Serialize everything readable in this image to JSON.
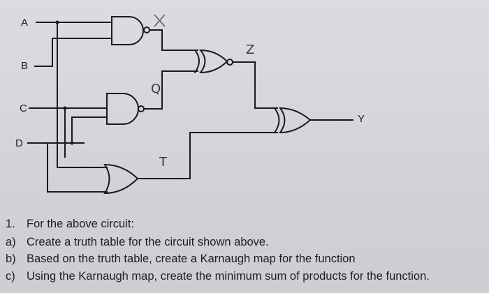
{
  "circuit": {
    "inputs": [
      "A",
      "B",
      "C",
      "D"
    ],
    "output": "Y",
    "handwritten_labels": {
      "x": "X",
      "z": "Z",
      "q": "Q",
      "t": "T"
    }
  },
  "questions": [
    {
      "marker": "1.",
      "text": "For the above circuit:"
    },
    {
      "marker": "a)",
      "text": "Create a truth table for the circuit shown above."
    },
    {
      "marker": "b)",
      "text": "Based on the truth table, create a Karnaugh map for the function"
    },
    {
      "marker": "c)",
      "text": "Using the Karnaugh map, create the minimum sum of products for the function."
    }
  ],
  "colors": {
    "paper": "#d8d6da",
    "ink": "#1a1a1a",
    "pencil": "#4a4a4a"
  }
}
